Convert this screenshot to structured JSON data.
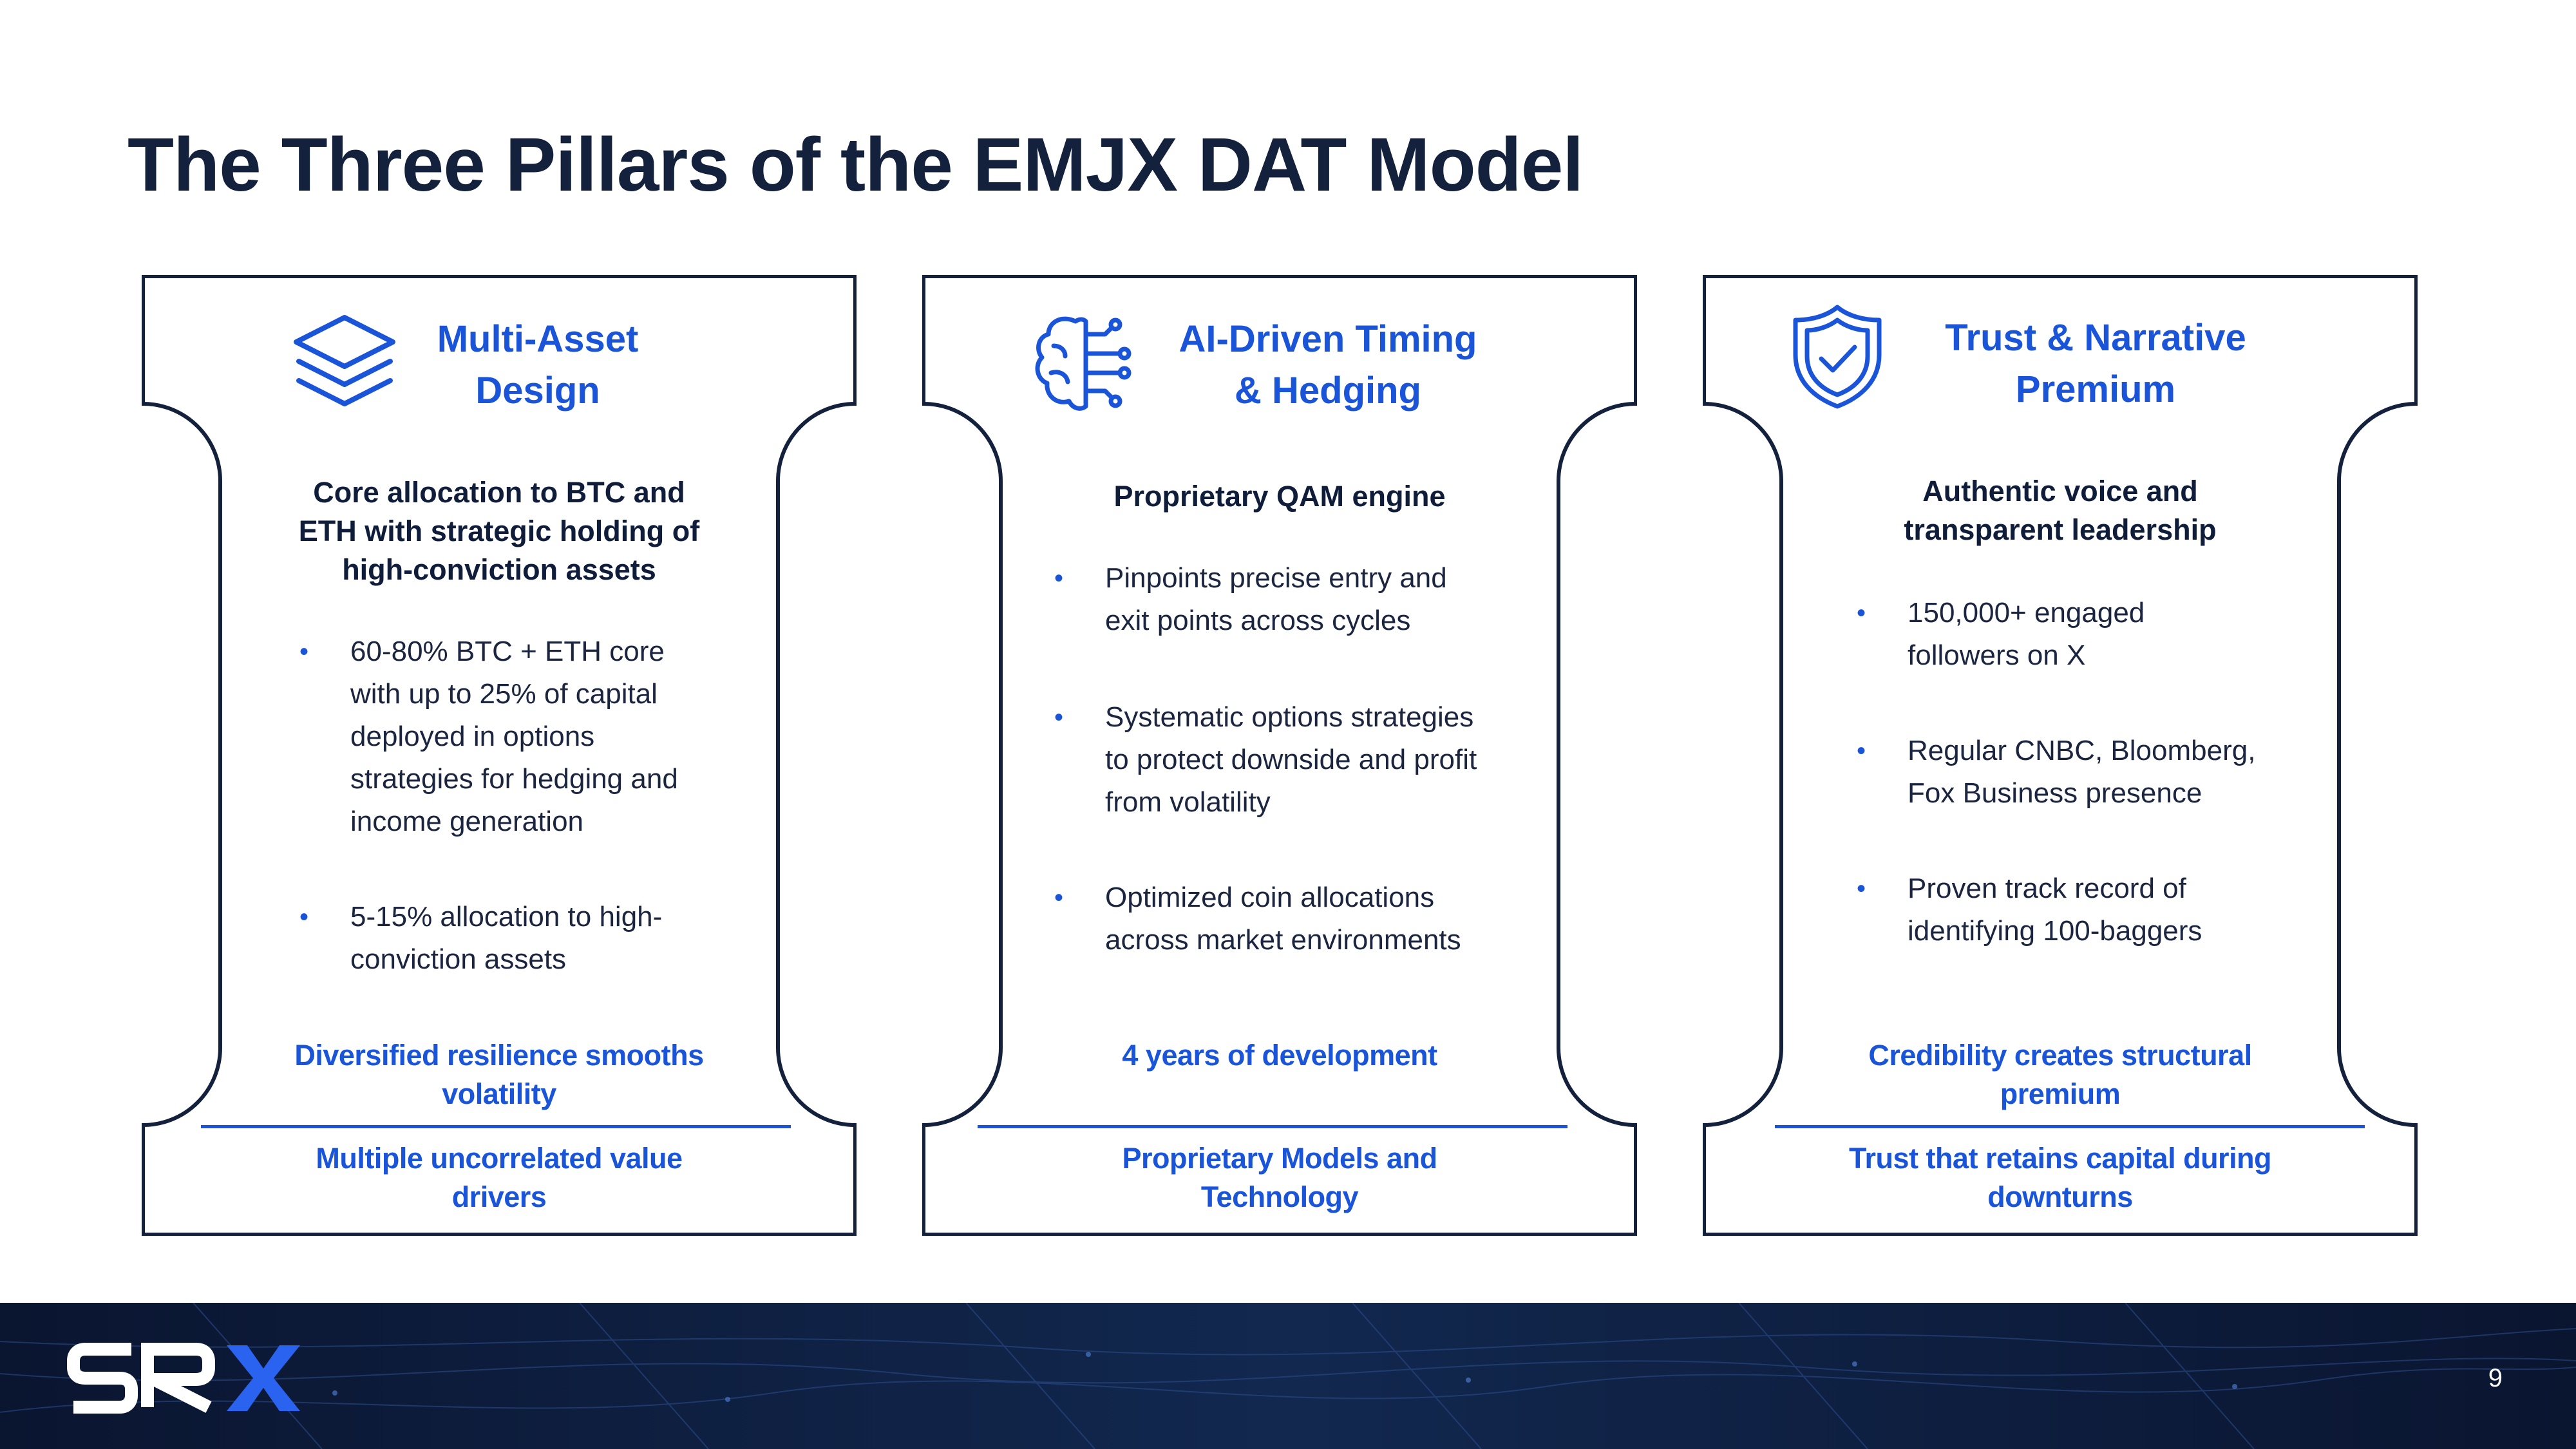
{
  "title": "The Three Pillars of the EMJX DAT Model",
  "colors": {
    "accent": "#1a54d9",
    "navy": "#14213d",
    "footer": "#0c1a33"
  },
  "pillars": [
    {
      "icon": "stacked-layers-icon",
      "title_line1": "Multi-Asset",
      "title_line2": "Design",
      "subtitle": [
        "Core allocation to BTC and",
        "ETH with strategic holding of",
        "high-conviction assets"
      ],
      "bullets": [
        [
          "60-80% BTC + ETH core",
          "with up to 25% of capital",
          "deployed in options",
          "strategies for hedging and",
          "income generation"
        ],
        [
          "5-15% allocation to high-",
          "conviction assets"
        ]
      ],
      "highlight": [
        "Diversified resilience smooths",
        "volatility"
      ],
      "footer_note": [
        "Multiple uncorrelated value",
        "drivers"
      ]
    },
    {
      "icon": "brain-circuit-icon",
      "title_line1": "AI-Driven Timing",
      "title_line2": "& Hedging",
      "subtitle": [
        "Proprietary QAM engine"
      ],
      "bullets": [
        [
          "Pinpoints precise entry and",
          "exit points across cycles"
        ],
        [
          "Systematic options strategies",
          "to protect downside and profit",
          "from volatility"
        ],
        [
          "Optimized coin allocations",
          "across  market environments"
        ]
      ],
      "highlight": [
        "4 years of development"
      ],
      "footer_note": [
        "Proprietary Models and",
        "Technology"
      ]
    },
    {
      "icon": "shield-check-icon",
      "title_line1": "Trust & Narrative",
      "title_line2": "Premium",
      "subtitle": [
        "Authentic voice and",
        "transparent leadership"
      ],
      "bullets": [
        [
          "150,000+ engaged",
          "followers on X"
        ],
        [
          "Regular CNBC, Bloomberg,",
          "Fox Business presence"
        ],
        [
          "Proven track record of",
          "identifying 100-baggers"
        ]
      ],
      "highlight": [
        "Credibility creates structural",
        "premium"
      ],
      "footer_note": [
        "Trust that retains capital during",
        "downturns"
      ]
    }
  ],
  "footer": {
    "logo_text": "SRX",
    "page_number": "9"
  }
}
